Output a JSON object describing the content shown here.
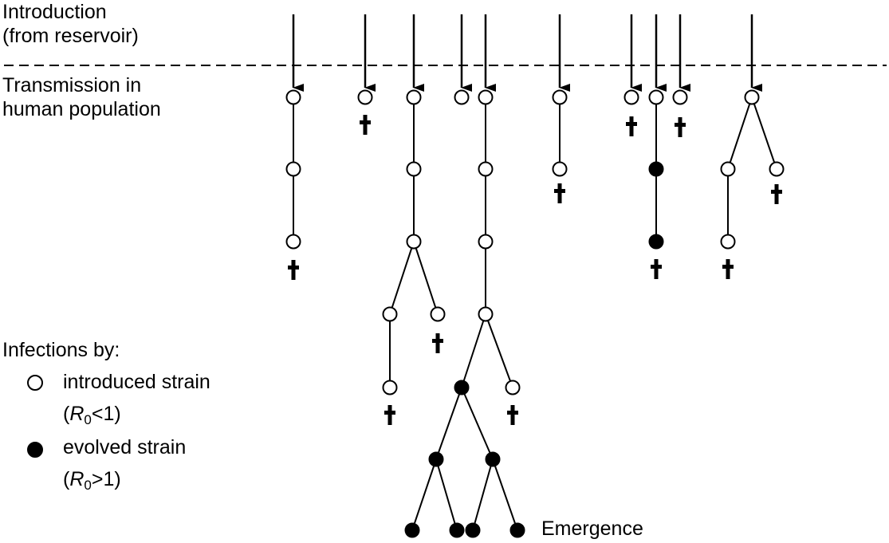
{
  "labels": {
    "introduction_line1": "Introduction",
    "introduction_line2": "(from reservoir)",
    "transmission_line1": "Transmission in",
    "transmission_line2": "human population",
    "emergence": "Emergence"
  },
  "legend": {
    "title": "Infections by:",
    "introduced": {
      "label": "introduced strain",
      "r0_symbol": "R",
      "r0_sub": "0",
      "r0_condition": "<1"
    },
    "evolved": {
      "label": "evolved strain",
      "r0_symbol": "R",
      "r0_sub": "0",
      "r0_condition": ">1"
    }
  },
  "colors": {
    "ink": "#000000",
    "introduced_fill": "#ffffff",
    "evolved_fill": "#000000"
  }
}
